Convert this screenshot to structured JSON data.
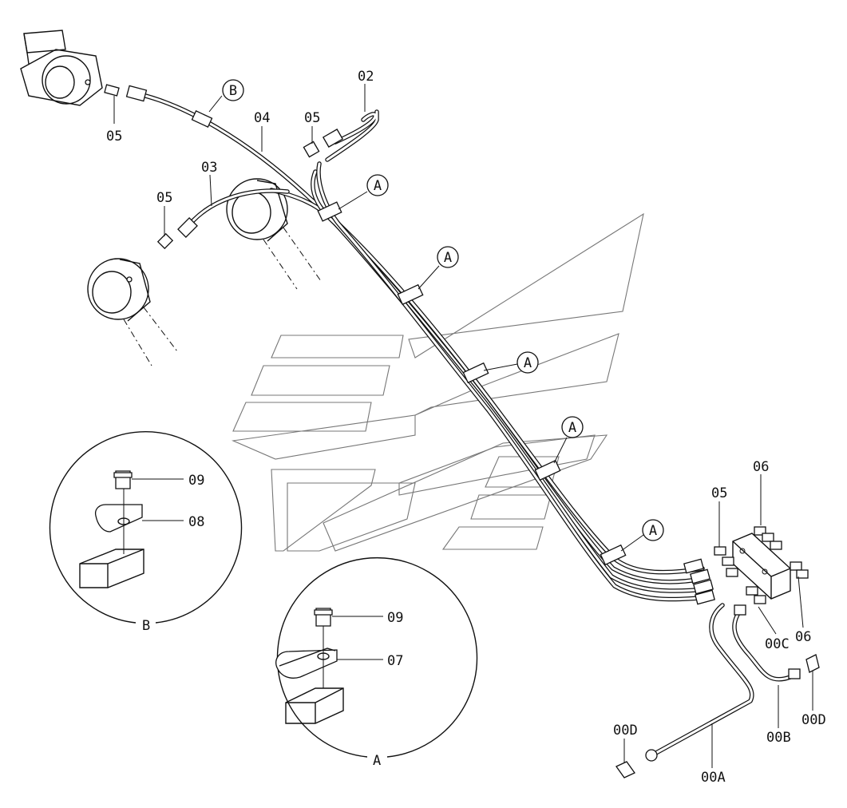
{
  "callouts": {
    "A": "A",
    "B": "B"
  },
  "labels": {
    "p02": "02",
    "p03": "03",
    "p04": "04",
    "p05_left": "05",
    "p05_mid_top": "05",
    "p05_mid": "05",
    "p05_right": "05",
    "p06_top": "06",
    "p06_bottom": "06",
    "p07": "07",
    "p08": "08",
    "p09_b": "09",
    "p09_a": "09",
    "p00A": "00A",
    "p00B": "00B",
    "p00C": "00C",
    "p00D_left": "00D",
    "p00D_right": "00D",
    "detail_b": "B",
    "detail_a": "A"
  }
}
